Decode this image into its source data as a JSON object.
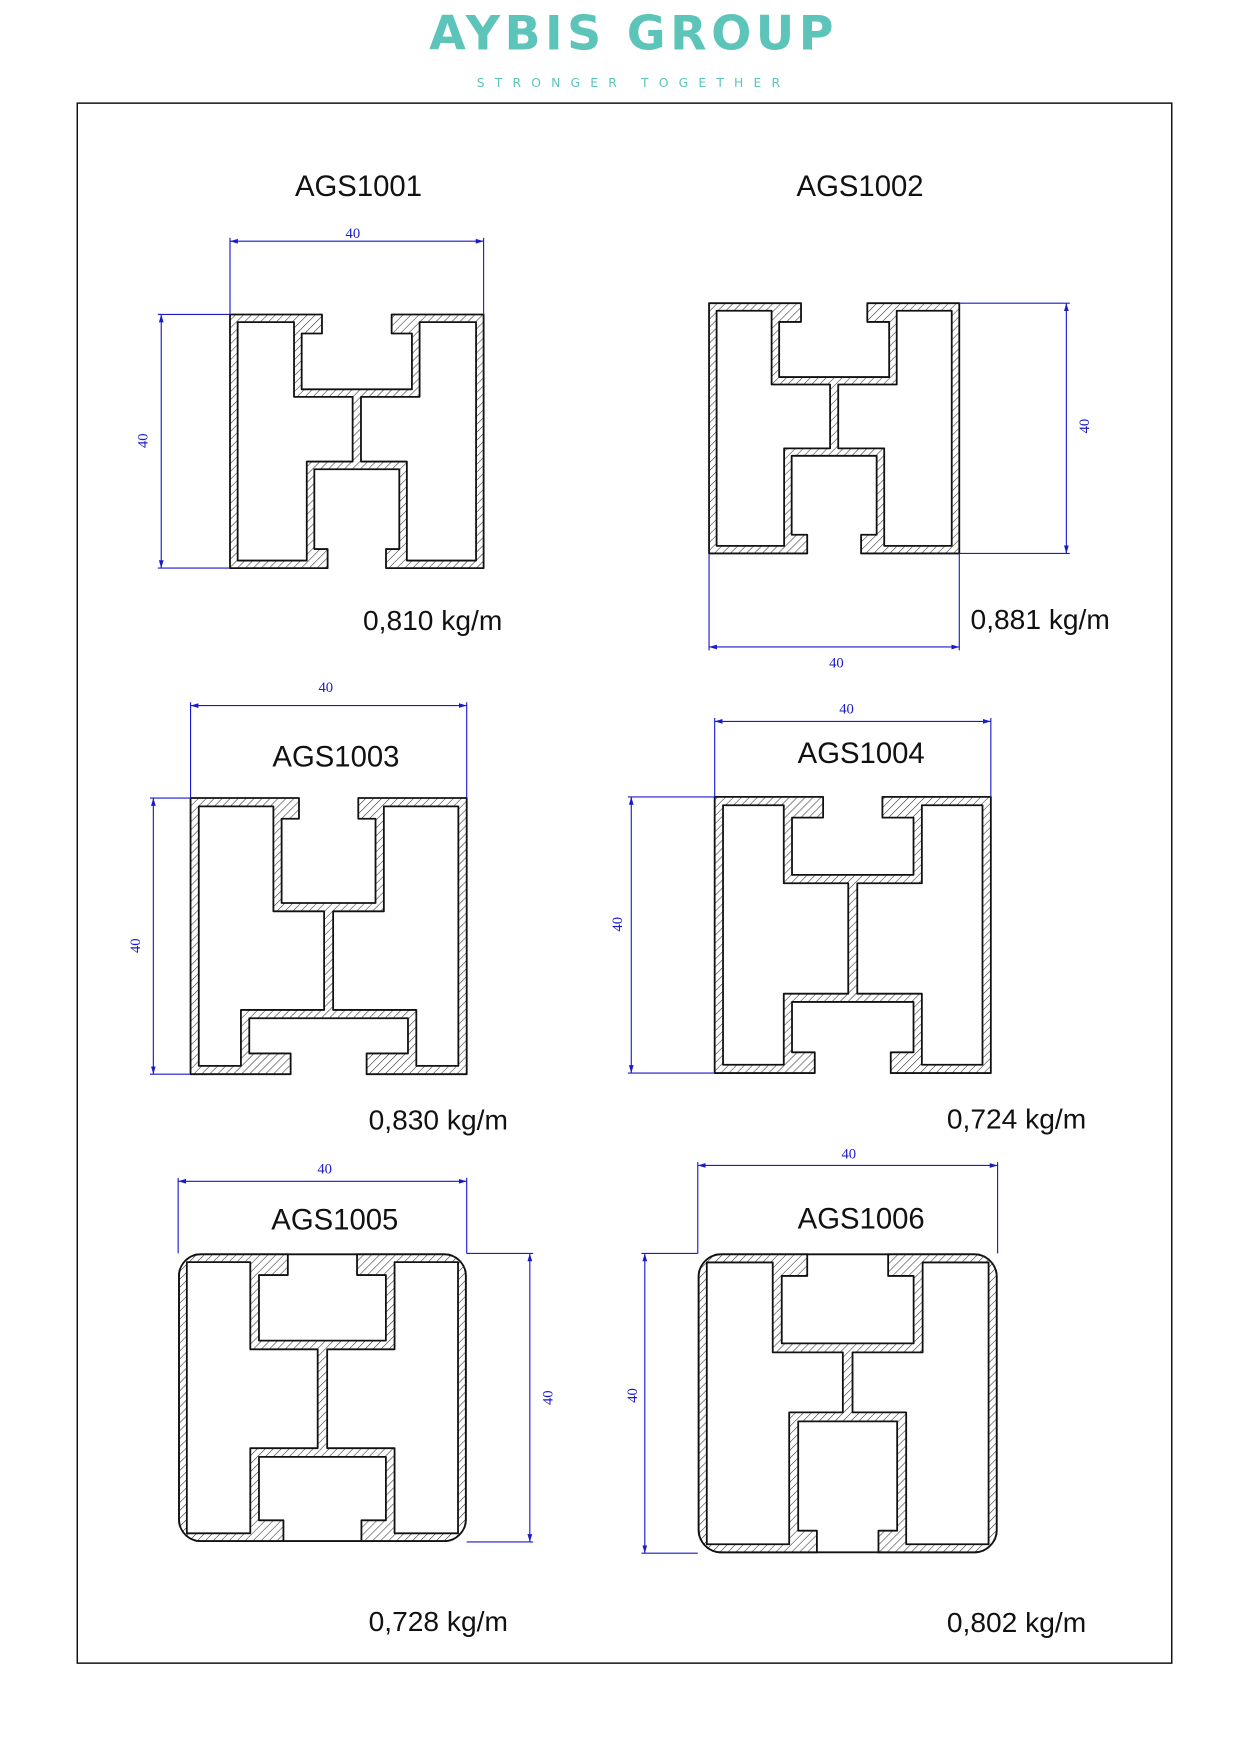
{
  "header": {
    "brand": "AYBIS GROUP",
    "tagline": "STRONGER TOGETHER"
  },
  "colors": {
    "brand": "#5cc4b8",
    "dimension": "#1a1acc"
  },
  "profiles": [
    {
      "code": "AGS1001",
      "weight": "0,810 kg/m",
      "width_label": "40",
      "height_label": "40"
    },
    {
      "code": "AGS1002",
      "weight": "0,881 kg/m",
      "width_label": "40",
      "height_label": "40"
    },
    {
      "code": "AGS1003",
      "weight": "0,830 kg/m",
      "width_label": "40",
      "height_label": "40"
    },
    {
      "code": "AGS1004",
      "weight": "0,724 kg/m",
      "width_label": "40",
      "height_label": "40"
    },
    {
      "code": "AGS1005",
      "weight": "0,728 kg/m",
      "width_label": "40",
      "height_label": "40"
    },
    {
      "code": "AGS1006",
      "weight": "0,802 kg/m",
      "width_label": "40",
      "height_label": "40"
    }
  ]
}
